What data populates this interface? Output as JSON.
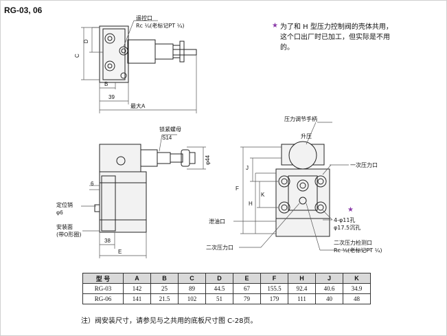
{
  "title": "RG-03, 06",
  "note": {
    "star": "★",
    "text": "为了和 H 型压力控制阀的壳体共用，这个口出厂时已加工，但实际是不用的。"
  },
  "top_view": {
    "pilot_port_label": "遥控口",
    "pilot_port_spec": "Rc ¼(老标记PT ¼)",
    "dims": {
      "C": "C",
      "D": "D",
      "B": "B",
      "d39": "39",
      "maxA": "最大A"
    }
  },
  "side_view": {
    "locknut_label": "锁紧螺母",
    "locknut_size": "S14",
    "dia44": "φ44",
    "dim6": "6",
    "locating_pin_label": "定位销",
    "locating_pin_size": "φ6",
    "mount_face_label": "安装面",
    "mount_face_note": "(带O形圈)",
    "d38": "38",
    "E": "E"
  },
  "front_view": {
    "handwheel_label": "压力调节手柄",
    "raise_label": "升压",
    "primary_port_label": "一次压力口",
    "drain_port_label": "泄油口",
    "secondary_port_label": "二次压力口",
    "holes_label": "4-φ11孔",
    "counterbore_label": "φ17.5沉孔",
    "secondary_gauge_label": "二次压力检测口",
    "secondary_gauge_spec": "Rc ¼(老标记PT ¼)",
    "star": "★",
    "dims": {
      "J": "J",
      "F": "F",
      "K": "K",
      "H": "H"
    }
  },
  "table": {
    "headers": [
      "型 号",
      "A",
      "B",
      "C",
      "D",
      "E",
      "F",
      "H",
      "J",
      "K"
    ],
    "rows": [
      [
        "RG-03",
        "142",
        "25",
        "89",
        "44.5",
        "67",
        "155.5",
        "92.4",
        "40.6",
        "34.9"
      ],
      [
        "RG-06",
        "141",
        "21.5",
        "102",
        "51",
        "79",
        "179",
        "111",
        "40",
        "48"
      ]
    ]
  },
  "footnote": "注）阀安装尺寸，请参见与之共用的底板尺寸图 C-28页。"
}
